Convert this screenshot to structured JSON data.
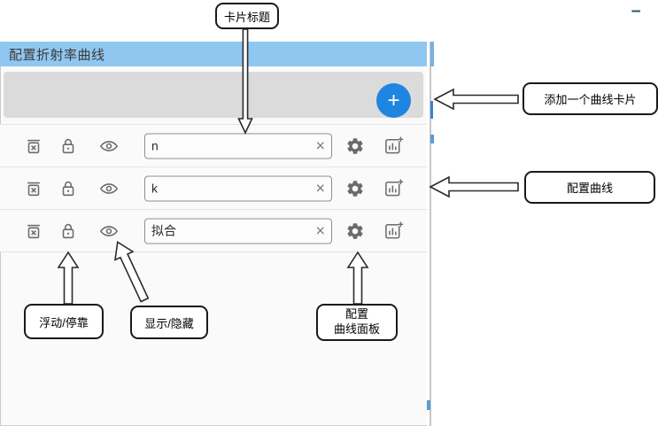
{
  "window": {
    "title": "配置折射率曲线",
    "minimize_glyph": "−"
  },
  "toolbar": {
    "add_button_label": "+"
  },
  "rows": [
    {
      "name": "n"
    },
    {
      "name": "k"
    },
    {
      "name": "拟合"
    }
  ],
  "icons": {
    "clear_glyph": "×"
  },
  "annotations": {
    "card_title": "卡片标题",
    "add_card": "添加一个曲线卡片",
    "configure_curve": "配置曲线",
    "float_dock": "浮动/停靠",
    "show_hide": "显示/隐藏",
    "configure_panel": [
      "配置",
      "曲线面板"
    ]
  },
  "colors": {
    "title_bar": "#90C7F0",
    "toolbar_bg": "#DBDBDB",
    "add_button": "#1E86E0",
    "panel_bg": "#FAFAFA",
    "icon_gray": "#6B6B6B",
    "annotation_border": "#1A1A1A"
  }
}
